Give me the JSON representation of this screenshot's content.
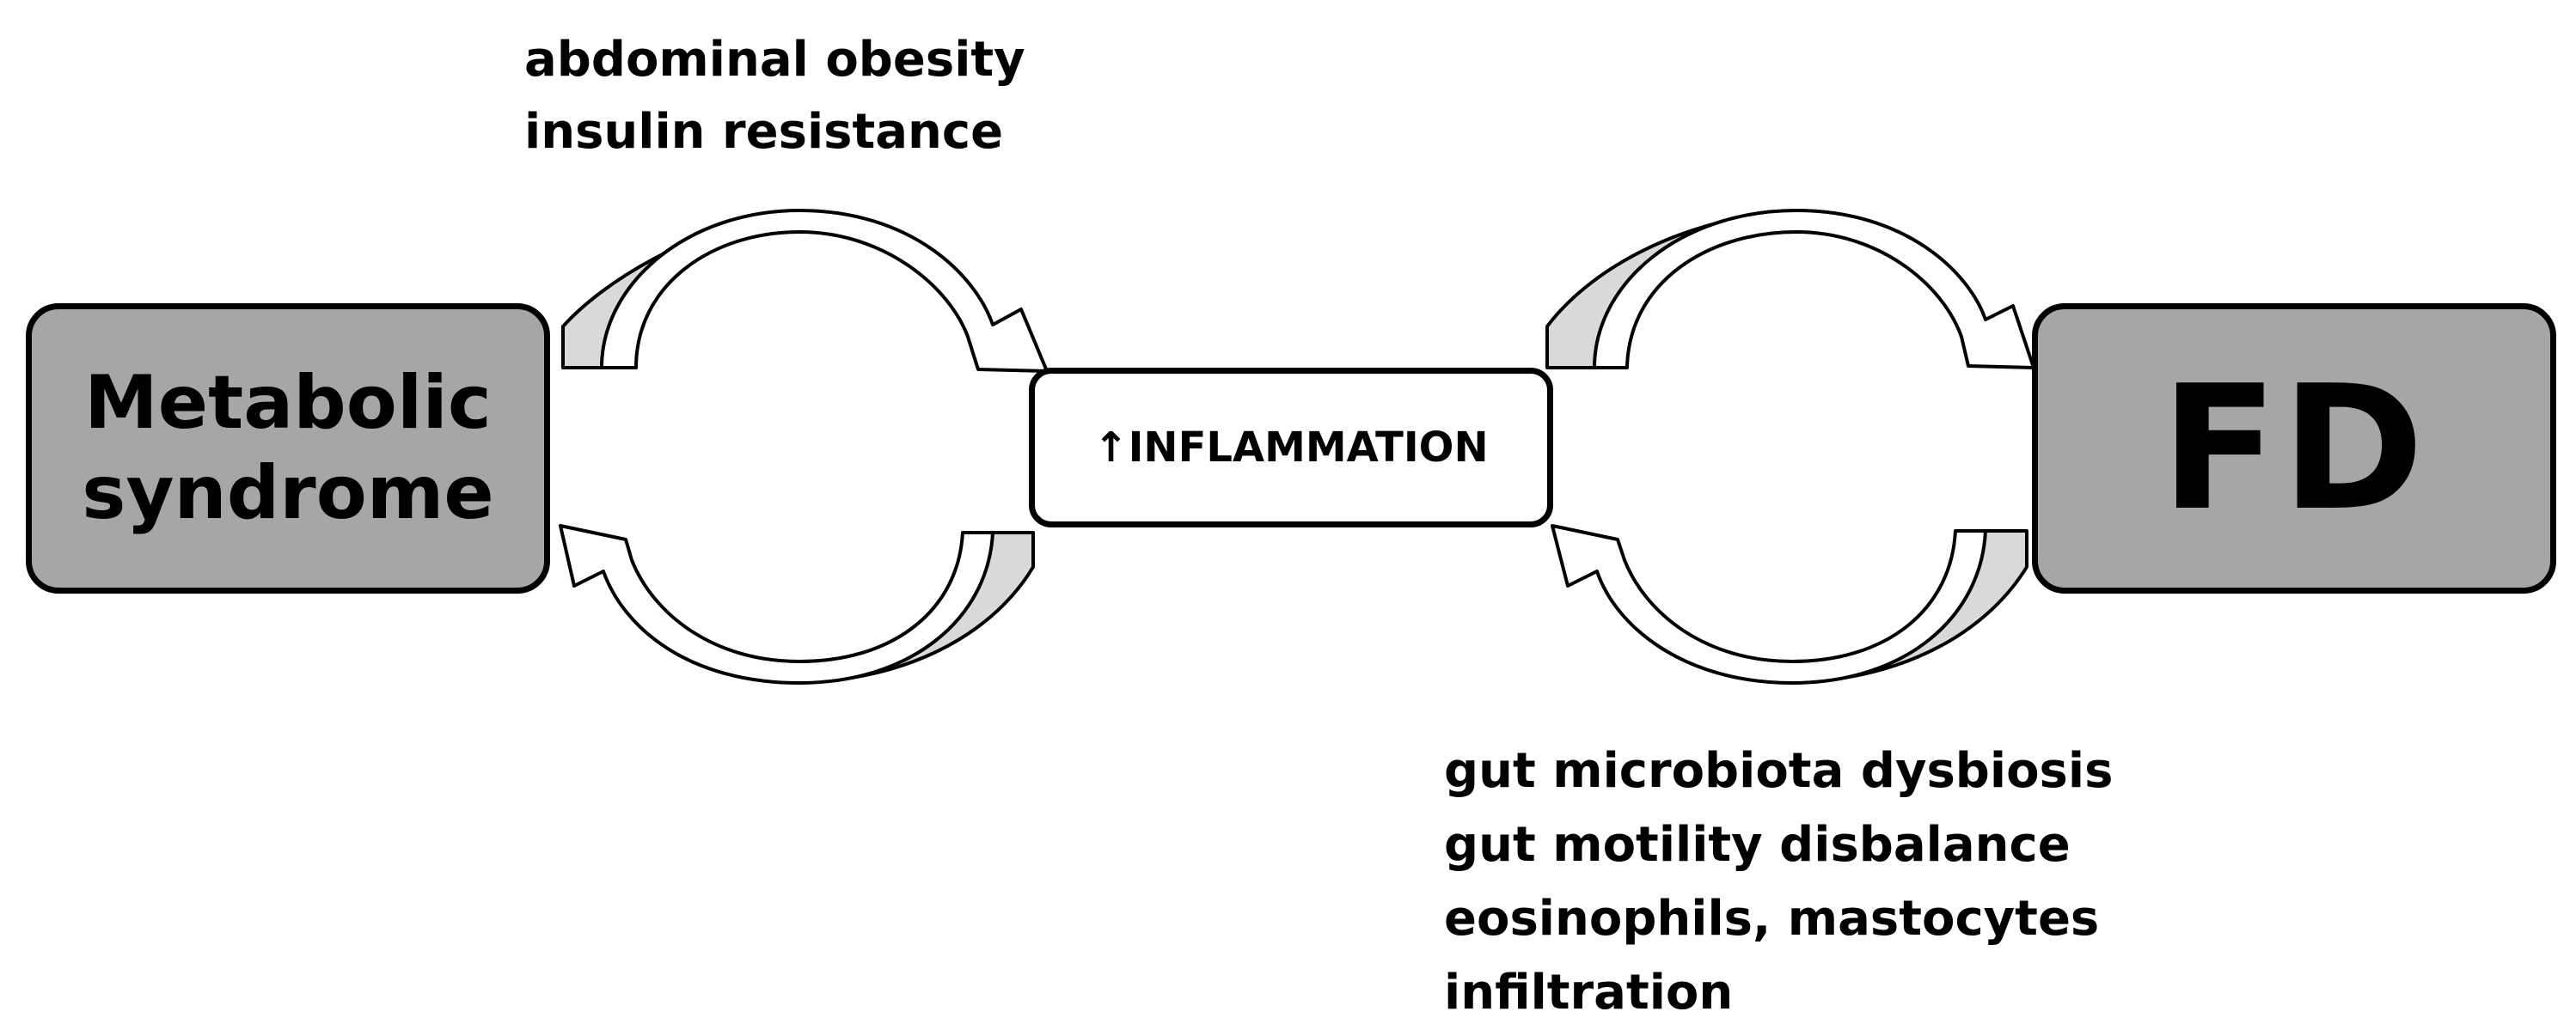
{
  "diagram": {
    "left_node": {
      "line1": "Metabolic",
      "line2": "syndrome"
    },
    "center_node": {
      "arrow_symbol": "↑",
      "label": "INFLAMMATION"
    },
    "right_node": {
      "label": "FD"
    },
    "top_factors": [
      "abdominal obesity",
      "insulin resistance"
    ],
    "bottom_factors": [
      "gut microbiota dysbiosis",
      "gut motility disbalance",
      "eosinophils, mastocytes",
      "infiltration"
    ]
  },
  "colors": {
    "node_fill": "#a6a6a6",
    "arrow_shadow": "#d9d9d9",
    "center_fill": "#ffffff",
    "stroke": "#000000"
  },
  "icons": {
    "curved_arrows": [
      "curved-arrow-icon"
    ],
    "up_arrow": "up-arrow-icon"
  }
}
